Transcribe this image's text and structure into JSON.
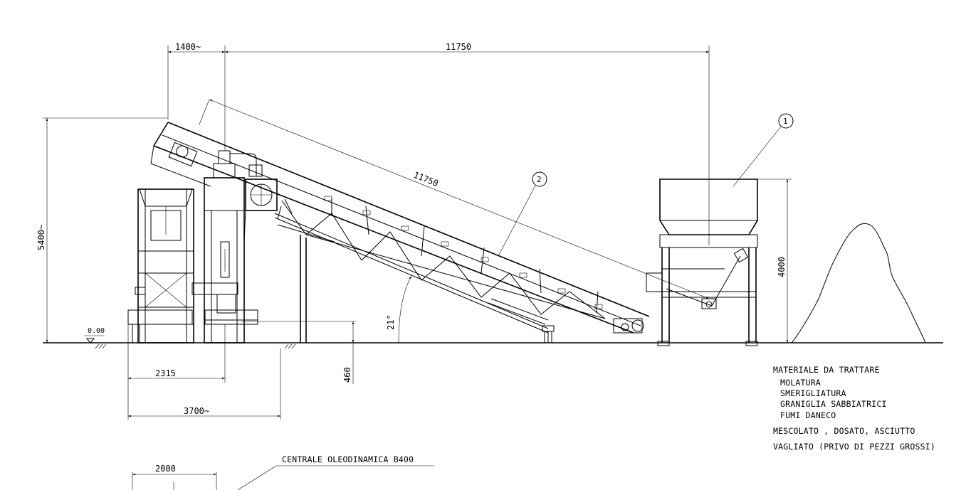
{
  "dimensions": {
    "top_left": "1400~",
    "top_overall": "11750",
    "conveyor_length": "11750",
    "left_height": "5400~",
    "hopper_height": "4000",
    "lower_2315": "2315",
    "lower_3700": "3700~",
    "base_460": "460",
    "angle": "21°",
    "ground_level": "0.00",
    "bottom_2000": "2000"
  },
  "callouts": {
    "item_1": "1",
    "item_2": "2"
  },
  "notes": {
    "title": "MATERIALE DA TRATTARE",
    "items": [
      "MOLATURA",
      "SMERIGLIATURA",
      "GRANIGLIA SABBIATRICI",
      "FUMI DANECO"
    ],
    "line_1": "MESCOLATO , DOSATO, ASCIUTTO",
    "line_2": "VAGLIATO (PRIVO DI PEZZI GROSSI)"
  },
  "labels": {
    "hydraulic_unit": "CENTRALE OLEODINAMICA B400"
  }
}
